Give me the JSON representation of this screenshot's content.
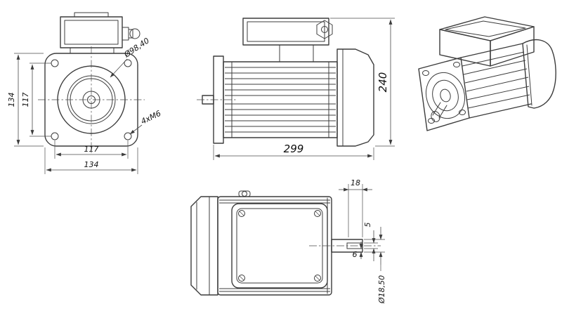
{
  "page": {
    "background_color": "#ffffff",
    "line_color": "#3c3c3c",
    "content_type": "electric motor technical drawing, multi-view"
  },
  "front_view": {
    "dim_height_outer": "134",
    "dim_height_inner": "117",
    "dim_width_inner": "117",
    "dim_width_outer": "134",
    "label_pilot_diameter": "Ø98,40",
    "label_mounting_holes": "4xM6"
  },
  "side_view": {
    "dim_length": "299",
    "dim_height": "240"
  },
  "bottom_view": {
    "dim_keyway_length": "18",
    "dim_keyway_width": "5",
    "dim_key_height": "6",
    "dim_shaft_diameter": "Ø18,50"
  }
}
